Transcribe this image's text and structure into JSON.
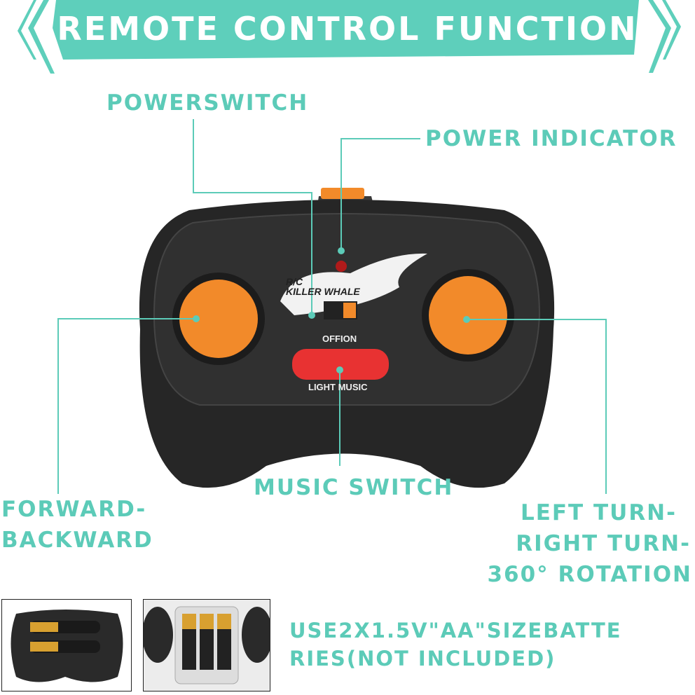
{
  "banner": {
    "title": "REMOTE CONTROL FUNCTION",
    "color": "#5ecfbb"
  },
  "labels": {
    "power_switch": "POWERSWITCH",
    "power_indicator": "POWER INDICATOR",
    "forward_backward": [
      "FORWARD-",
      "BACKWARD"
    ],
    "music_switch": "MUSIC SWITCH",
    "turn": [
      "LEFT TURN-",
      "RIGHT TURN-",
      "360° ROTATION"
    ]
  },
  "controller": {
    "logo_text": [
      "R/C",
      "KILLER WHALE"
    ],
    "switch_label": "OFFION",
    "button_label": "LIGHT MUSIC",
    "body_color": "#2a2a2a",
    "accent_color": "#f28a2a",
    "button_color": "#e83232"
  },
  "battery_note": [
    "USE2X1.5V\"AA\"SIZEBATTE",
    "RIES(NOT INCLUDED)"
  ],
  "text_color": "#5ccbb8"
}
